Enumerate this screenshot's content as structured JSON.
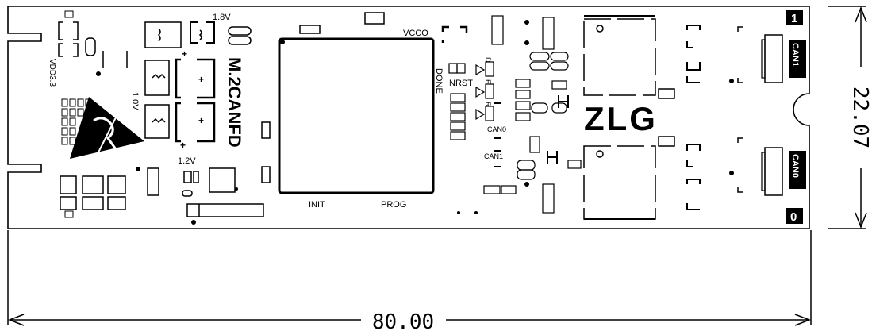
{
  "board": {
    "model": "M.2CANFD",
    "brand_logo": "ZLG",
    "voltages": {
      "v18": "1.8V",
      "v10": "1.0V",
      "v12": "1.2V",
      "vdd": "VDD3.3"
    },
    "pins": {
      "vcco": "VCCO",
      "done": "DONE",
      "nrst": "NRST",
      "init": "INIT",
      "prog": "PROG"
    },
    "leds": {
      "d": "D",
      "e": "E",
      "r": "R",
      "can0": "CAN0",
      "can1": "CAN1"
    },
    "connectors": {
      "top_label": "CAN1",
      "bottom_label": "CAN0",
      "top_num": "1",
      "bottom_num": "0"
    },
    "polarity": {
      "plus": "+"
    }
  },
  "dimensions": {
    "width": "80.00",
    "height": "22.07"
  }
}
